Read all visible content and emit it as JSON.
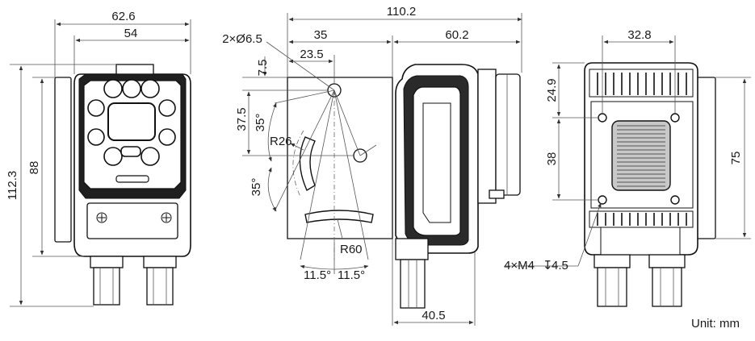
{
  "dimensions": {
    "front_total_width": "62.6",
    "front_inner_width": "54",
    "front_total_height": "112.3",
    "front_body_height": "88",
    "bracket_holes": "2×Ø6.5",
    "bracket_width": "35",
    "bracket_hole_offset_x": "23.5",
    "bracket_hole_offset_y": "7.5",
    "bracket_hole_spacing_y": "37.5",
    "slot_angle_upper": "35°",
    "slot_angle_lower": "35°",
    "slot_radius_small": "R26",
    "slot_radius_large": "R60",
    "slot_angle_left": "11.5°",
    "slot_angle_right": "11.5°",
    "overall_length": "110.2",
    "side_body_length": "60.2",
    "side_body_bottom": "40.5",
    "rear_hole_spacing_x": "32.8",
    "rear_hole_offset_y": "24.9",
    "rear_hole_spacing_y": "38",
    "rear_height": "75",
    "rear_threads": "4×M4",
    "rear_thread_depth": "4.5"
  },
  "unit_label": "Unit: mm"
}
